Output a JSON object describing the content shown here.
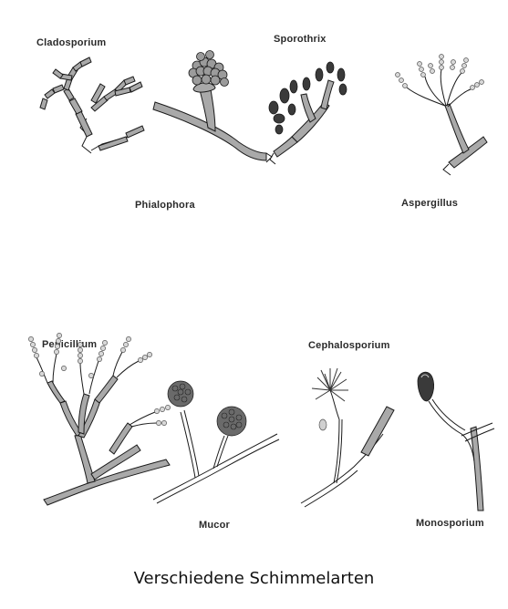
{
  "labels": {
    "cladosporium": "Cladosporium",
    "sporothrix": "Sporothrix",
    "phialophora": "Phialophora",
    "aspergillus": "Aspergillus",
    "penicillium": "Penicillium",
    "cephalosporium": "Cephalosporium",
    "mucor": "Mucor",
    "monosporium": "Monosporium"
  },
  "caption": "Verschiedene Schimmelarten",
  "colors": {
    "hypha_fill": "#a9a9a9",
    "outline": "#1a1a1a",
    "spore_dark": "#3a3a3a"
  }
}
